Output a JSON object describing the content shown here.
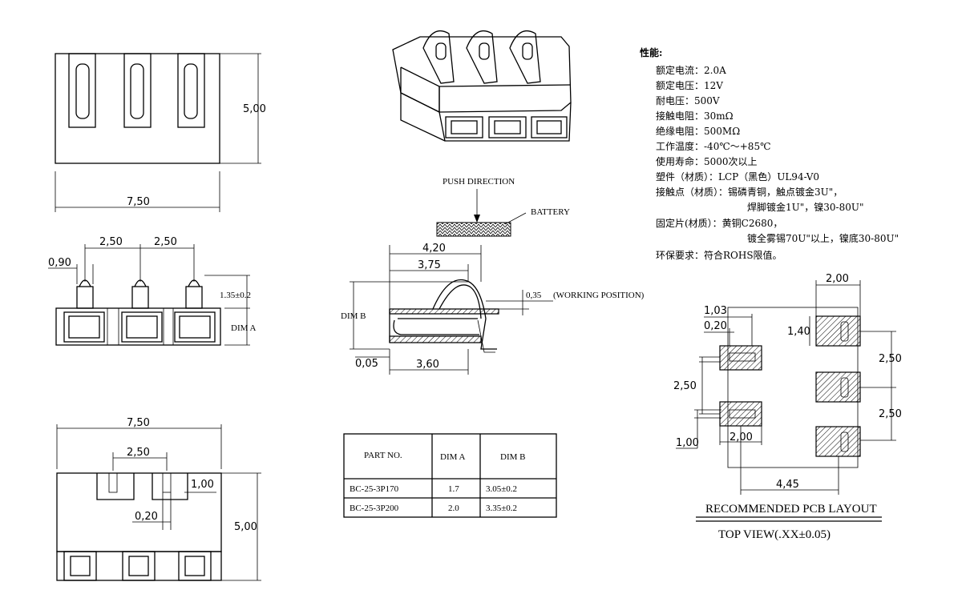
{
  "top_view": {
    "height_dim": "5,00",
    "width_dim": "7,50"
  },
  "front_view": {
    "pitch1": "2,50",
    "pitch2": "2,50",
    "contact_w": "0,90",
    "contact_h": "1.35±0.2",
    "dim_a": "DIM A"
  },
  "bottom_view": {
    "width_dim": "7,50",
    "slot_pitch": "2,50",
    "slot_depth": "1,00",
    "slot_w": "0,20",
    "height_dim": "5,00"
  },
  "side_view": {
    "push_direction": "PUSH DIRECTION",
    "battery": "BATTERY",
    "dim_420": "4,20",
    "dim_375": "3,75",
    "dim_035": "0,35",
    "working_position": "(WORKING POSITION)",
    "dim_b": "DIM B",
    "dim_005": "0,05",
    "dim_360": "3,60"
  },
  "part_table": {
    "headers": [
      "PART NO.",
      "DIM A",
      "DIM B"
    ],
    "rows": [
      [
        "BC-25-3P170",
        "1.7",
        "3.05±0.2"
      ],
      [
        "BC-25-3P200",
        "2.0",
        "3.35±0.2"
      ]
    ]
  },
  "specs": {
    "title": "性能:",
    "lines": [
      "额定电流：2.0A",
      "额定电压：12V",
      "耐电压：500V",
      "接触电阻：30mΩ",
      "绝缘电阻：500MΩ",
      "工作温度：-40℃～+85℃",
      "使用寿命：5000次以上",
      "塑件（材质）：LCP（黑色）UL94-V0",
      "接触点（材质）：锡磷青铜，触点镀金3U\"，",
      "焊脚镀金1U\"，镍30-80U\"",
      "固定片(材质）：黄铜C2680，",
      "镀全雾锡70U\"以上，镍底30-80U\"",
      "环保要求：符合ROHS限值。"
    ]
  },
  "pcb_layout": {
    "dims": {
      "d200_top": "2,00",
      "d103": "1,03",
      "d020": "0,20",
      "d140": "1,40",
      "d250_right_a": "2,50",
      "d250_left": "2,50",
      "d250_right_b": "2,50",
      "d100": "1,00",
      "d200_mid": "2,00",
      "d445": "4,45"
    },
    "title": "RECOMMENDED PCB LAYOUT",
    "subtitle": "TOP VIEW(.XX±0.05)"
  }
}
